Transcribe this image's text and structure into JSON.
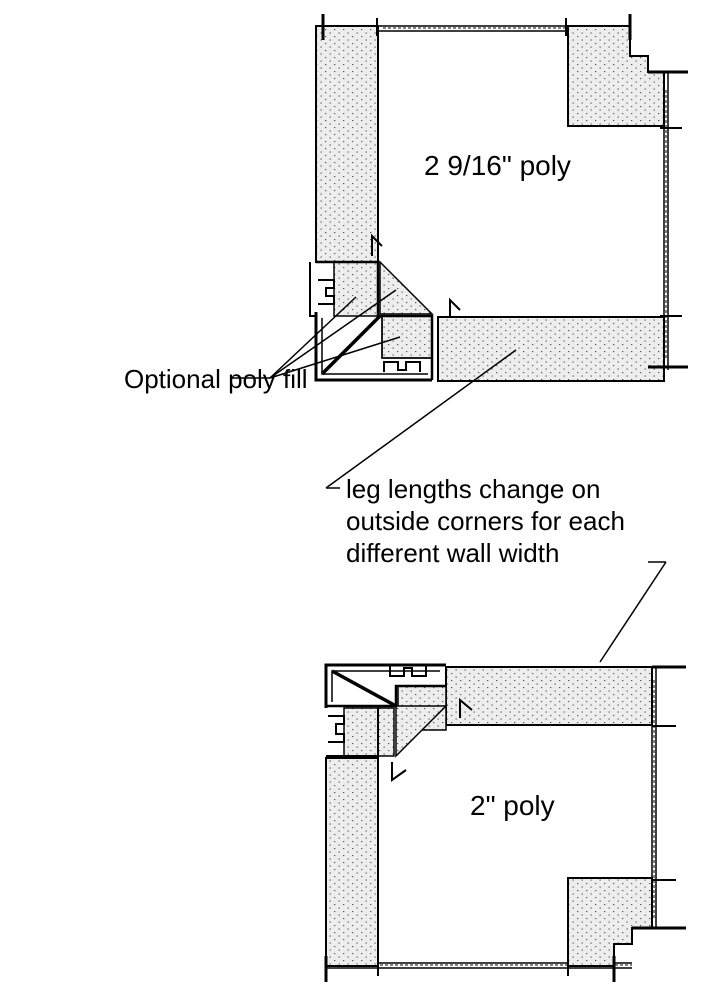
{
  "labels": {
    "top_panel": "2  9/16\" poly",
    "bottom_panel": "2\" poly",
    "poly_fill": "Optional poly fill",
    "note_line1": "leg lengths change on",
    "note_line2": "outside corners for each",
    "note_line3": "different wall width"
  },
  "colors": {
    "line": "#000000",
    "foam_fill": "#ececec"
  }
}
